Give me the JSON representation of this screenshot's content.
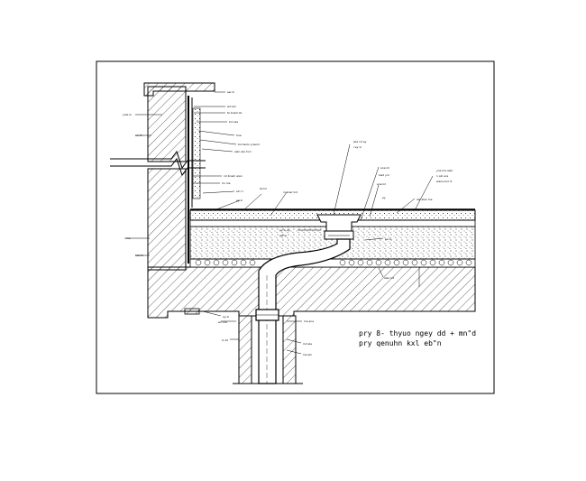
{
  "drawing": {
    "caption_line1": "pry 8- thyuo ngey dd + mn\"d",
    "caption_line2": "pry qenuhn  kxl eb\"n",
    "colors": {
      "line": "#000000",
      "paper": "#ffffff"
    }
  },
  "callouts": {
    "c01": "ew m",
    "c02": "wd aln",
    "c03": "fe bnam fe",
    "c04": "bnl ale",
    "c05": "hne",
    "c06": "bnl lenlo yuwrnl",
    "c07": "alen ale lnrn",
    "c08": "nd bnam alen",
    "c09": "rlo lna",
    "c10": "eln 'n",
    "c11": "ey ln",
    "c12": "ke lnl",
    "c13": "nl bnar lnd",
    "c14": "wla nd ey",
    "c15": "l ey vl",
    "c16": "ane lnl",
    "c17": "kwd ynl",
    "c18": "ene lnl",
    "c19": "ey",
    "c20": "yne lna alen",
    "c21": "n aln ere",
    "c22": "wane bnl nl",
    "c23": "ale alen lne",
    "c24": "ynle ln",
    "c25": "ne l'n",
    "c26": "lna",
    "c27": "lde lnl",
    "c28": "ey ln ey",
    "c29": "ale ln",
    "c30": "ee ln",
    "c31": "alen nd",
    "c32": "ey ln",
    "c33": "wn nla",
    "c34": "lna ane",
    "c35": "ln lnl",
    "c36": "lnd ale",
    "c37": "lne aln"
  }
}
